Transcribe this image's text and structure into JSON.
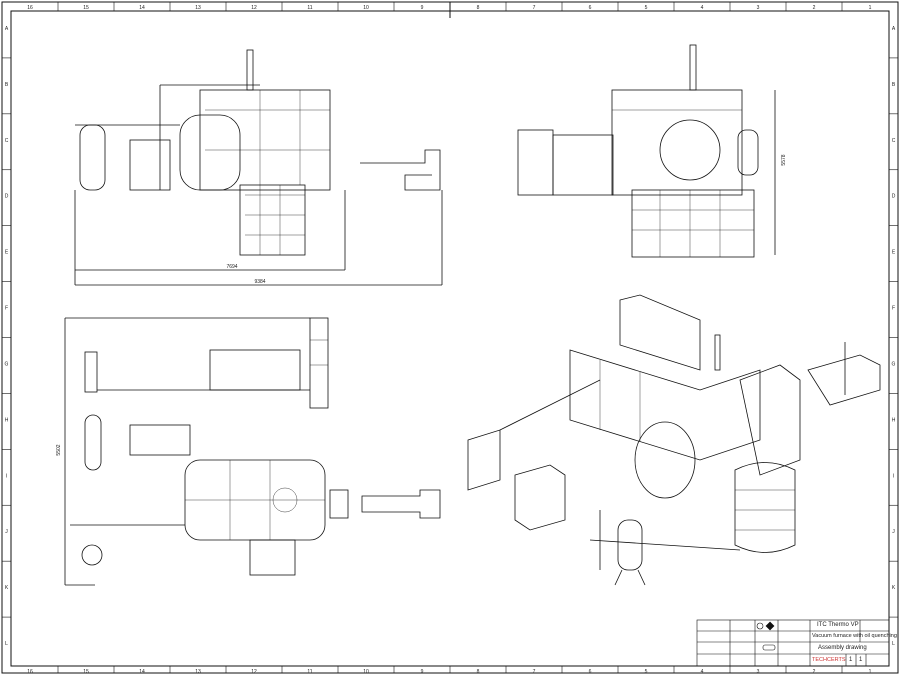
{
  "border": {
    "top_zones": [
      "16",
      "15",
      "14",
      "13",
      "12",
      "11",
      "10",
      "9",
      "8",
      "7",
      "6",
      "5",
      "4",
      "3",
      "2",
      "1"
    ],
    "bottom_zones": [
      "16",
      "15",
      "14",
      "13",
      "12",
      "11",
      "10",
      "9",
      "8",
      "7",
      "6",
      "5",
      "4",
      "3",
      "2",
      "1"
    ],
    "side_zones": [
      "A",
      "B",
      "C",
      "D",
      "E",
      "F",
      "G",
      "H",
      "I",
      "J",
      "K",
      "L"
    ]
  },
  "views": {
    "front": {
      "dim_inner": "7694",
      "dim_outer": "9384"
    },
    "side": {
      "dim_height": "5578"
    },
    "top": {
      "dim_depth": "5502"
    }
  },
  "title_block": {
    "product": "ITC Thermo VP",
    "description": "Vacuum furnace with oil quenching",
    "drawing_type": "Assembly drawing",
    "company": "TECHCERTS",
    "sheet_number": "1",
    "sheet_count": "1"
  }
}
